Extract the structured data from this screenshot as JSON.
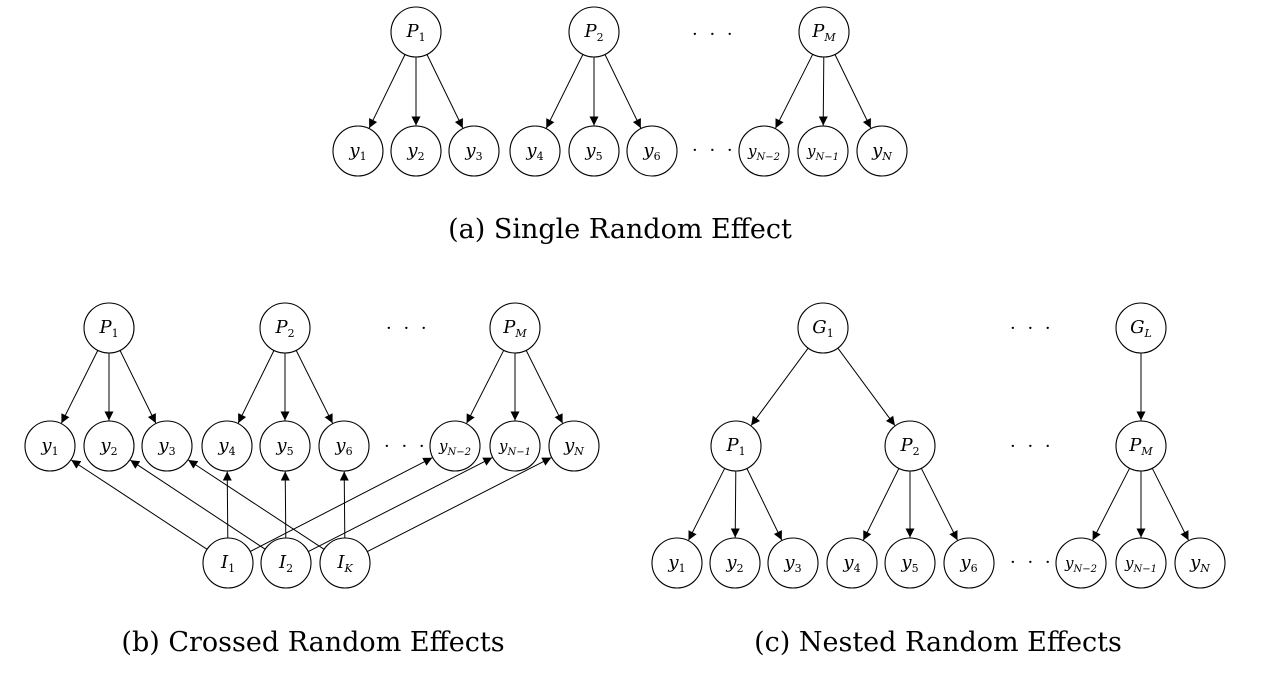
{
  "panels": [
    {
      "id": "a",
      "caption": "(a) Single Random Effect",
      "nodes": [
        {
          "id": "P1",
          "base": "P",
          "sub": "1"
        },
        {
          "id": "P2",
          "base": "P",
          "sub": "2"
        },
        {
          "id": "PM",
          "base": "P",
          "sub": "M"
        },
        {
          "id": "y1",
          "base": "y",
          "sub": "1"
        },
        {
          "id": "y2",
          "base": "y",
          "sub": "2"
        },
        {
          "id": "y3",
          "base": "y",
          "sub": "3"
        },
        {
          "id": "y4",
          "base": "y",
          "sub": "4"
        },
        {
          "id": "y5",
          "base": "y",
          "sub": "5"
        },
        {
          "id": "y6",
          "base": "y",
          "sub": "6"
        },
        {
          "id": "yN2",
          "base": "y",
          "sub": "N−2"
        },
        {
          "id": "yN1",
          "base": "y",
          "sub": "N−1"
        },
        {
          "id": "yN",
          "base": "y",
          "sub": "N"
        }
      ],
      "edges": [
        [
          "P1",
          "y1"
        ],
        [
          "P1",
          "y2"
        ],
        [
          "P1",
          "y3"
        ],
        [
          "P2",
          "y4"
        ],
        [
          "P2",
          "y5"
        ],
        [
          "P2",
          "y6"
        ],
        [
          "PM",
          "yN2"
        ],
        [
          "PM",
          "yN1"
        ],
        [
          "PM",
          "yN"
        ]
      ],
      "ellipses": [
        "· · ·",
        "· · ·"
      ]
    },
    {
      "id": "b",
      "caption": "(b) Crossed Random Effects",
      "nodes": [
        {
          "id": "P1",
          "base": "P",
          "sub": "1"
        },
        {
          "id": "P2",
          "base": "P",
          "sub": "2"
        },
        {
          "id": "PM",
          "base": "P",
          "sub": "M"
        },
        {
          "id": "y1",
          "base": "y",
          "sub": "1"
        },
        {
          "id": "y2",
          "base": "y",
          "sub": "2"
        },
        {
          "id": "y3",
          "base": "y",
          "sub": "3"
        },
        {
          "id": "y4",
          "base": "y",
          "sub": "4"
        },
        {
          "id": "y5",
          "base": "y",
          "sub": "5"
        },
        {
          "id": "y6",
          "base": "y",
          "sub": "6"
        },
        {
          "id": "yN2",
          "base": "y",
          "sub": "N−2"
        },
        {
          "id": "yN1",
          "base": "y",
          "sub": "N−1"
        },
        {
          "id": "yN",
          "base": "y",
          "sub": "N"
        },
        {
          "id": "I1",
          "base": "I",
          "sub": "1"
        },
        {
          "id": "I2",
          "base": "I",
          "sub": "2"
        },
        {
          "id": "IK",
          "base": "I",
          "sub": "K"
        }
      ],
      "edges": [
        [
          "P1",
          "y1"
        ],
        [
          "P1",
          "y2"
        ],
        [
          "P1",
          "y3"
        ],
        [
          "P2",
          "y4"
        ],
        [
          "P2",
          "y5"
        ],
        [
          "P2",
          "y6"
        ],
        [
          "PM",
          "yN2"
        ],
        [
          "PM",
          "yN1"
        ],
        [
          "PM",
          "yN"
        ],
        [
          "I1",
          "y1"
        ],
        [
          "I1",
          "y4"
        ],
        [
          "I1",
          "yN2"
        ],
        [
          "I2",
          "y2"
        ],
        [
          "I2",
          "y5"
        ],
        [
          "I2",
          "yN1"
        ],
        [
          "IK",
          "y3"
        ],
        [
          "IK",
          "y6"
        ],
        [
          "IK",
          "yN"
        ]
      ],
      "ellipses": [
        "· · ·",
        "· · ·"
      ]
    },
    {
      "id": "c",
      "caption": "(c) Nested Random Effects",
      "nodes": [
        {
          "id": "G1",
          "base": "G",
          "sub": "1"
        },
        {
          "id": "GL",
          "base": "G",
          "sub": "L"
        },
        {
          "id": "P1",
          "base": "P",
          "sub": "1"
        },
        {
          "id": "P2",
          "base": "P",
          "sub": "2"
        },
        {
          "id": "PM",
          "base": "P",
          "sub": "M"
        },
        {
          "id": "y1",
          "base": "y",
          "sub": "1"
        },
        {
          "id": "y2",
          "base": "y",
          "sub": "2"
        },
        {
          "id": "y3",
          "base": "y",
          "sub": "3"
        },
        {
          "id": "y4",
          "base": "y",
          "sub": "4"
        },
        {
          "id": "y5",
          "base": "y",
          "sub": "5"
        },
        {
          "id": "y6",
          "base": "y",
          "sub": "6"
        },
        {
          "id": "yN2",
          "base": "y",
          "sub": "N−2"
        },
        {
          "id": "yN1",
          "base": "y",
          "sub": "N−1"
        },
        {
          "id": "yN",
          "base": "y",
          "sub": "N"
        }
      ],
      "edges": [
        [
          "G1",
          "P1"
        ],
        [
          "G1",
          "P2"
        ],
        [
          "GL",
          "PM"
        ],
        [
          "P1",
          "y1"
        ],
        [
          "P1",
          "y2"
        ],
        [
          "P1",
          "y3"
        ],
        [
          "P2",
          "y4"
        ],
        [
          "P2",
          "y5"
        ],
        [
          "P2",
          "y6"
        ],
        [
          "PM",
          "yN2"
        ],
        [
          "PM",
          "yN1"
        ],
        [
          "PM",
          "yN"
        ]
      ],
      "ellipses": [
        "· · ·",
        "· · ·",
        "· · ·"
      ]
    }
  ]
}
